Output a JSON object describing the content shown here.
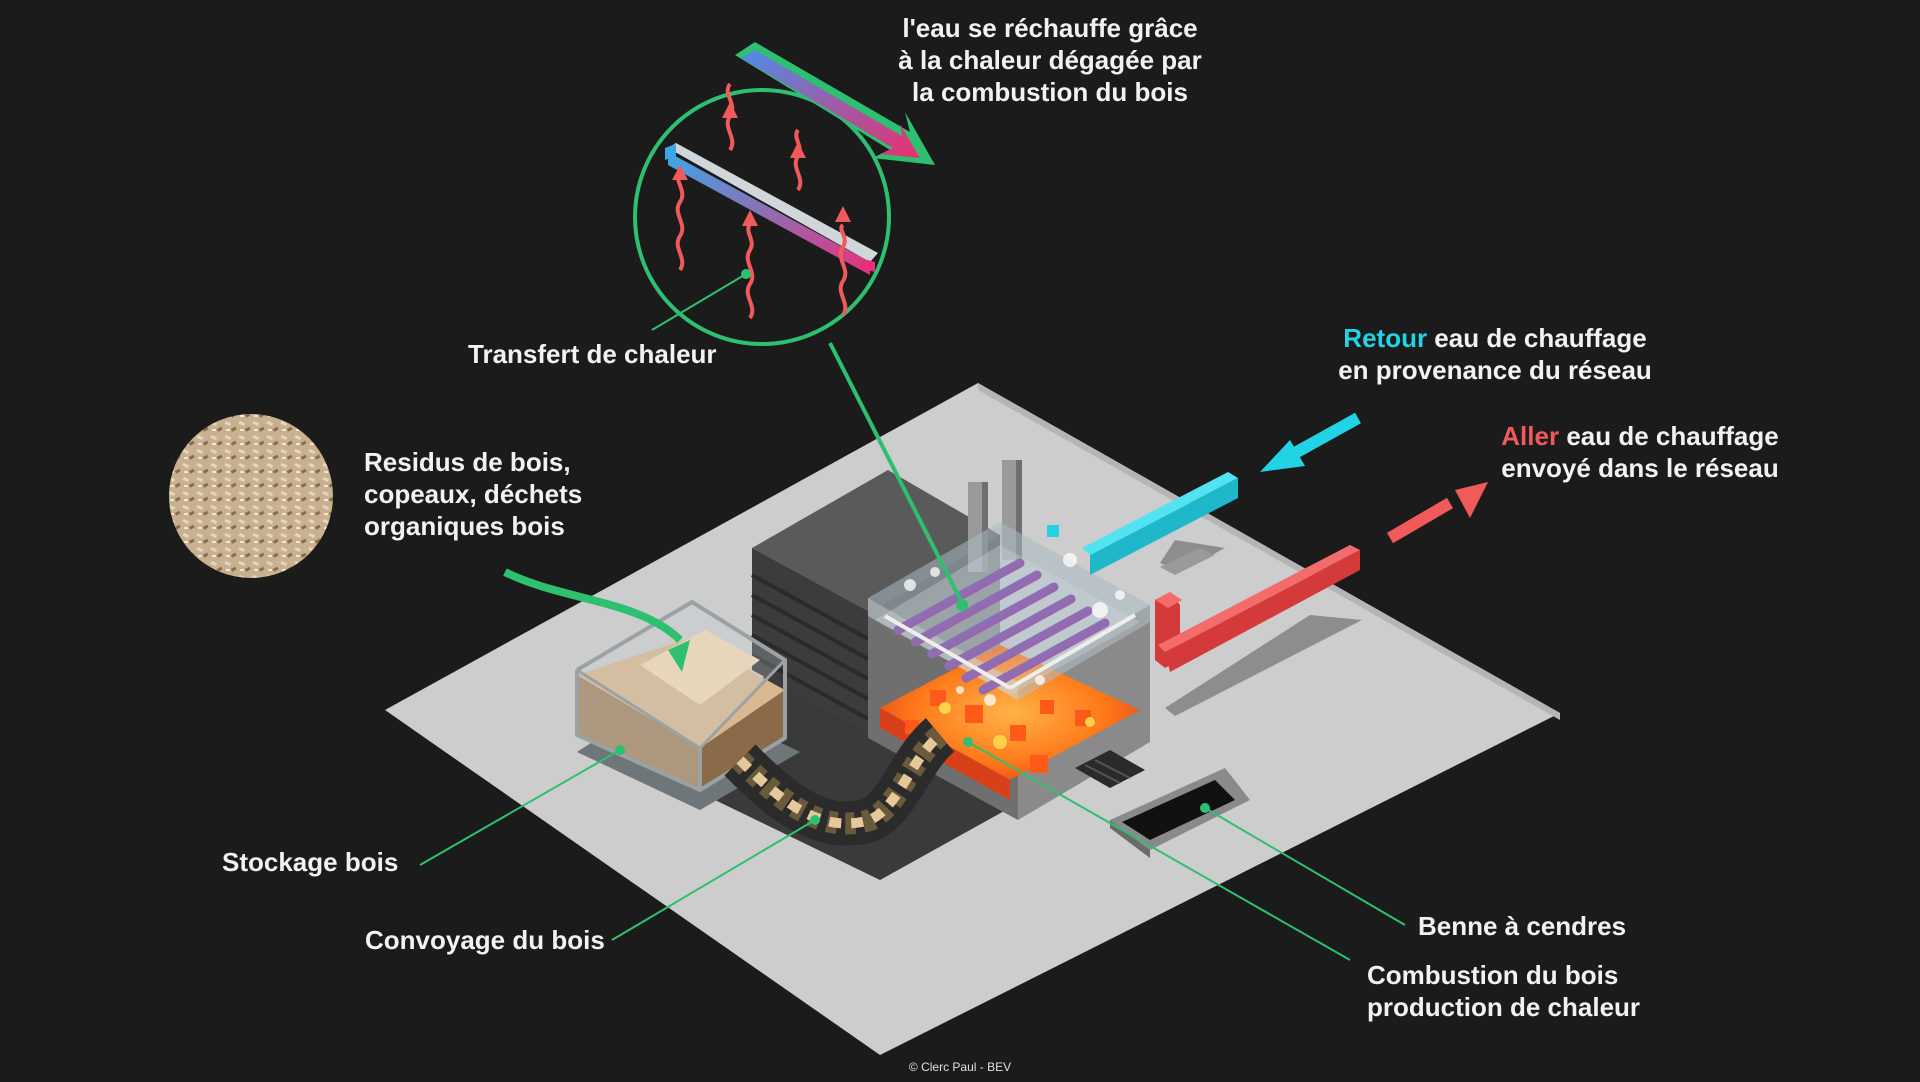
{
  "labels": {
    "heat_water": [
      "l'eau se réchauffe grâce",
      "à la chaleur dégagée par",
      "la combustion du bois"
    ],
    "heat_transfer": "Transfert de chaleur",
    "return_word": "Retour",
    "return_rest": " eau de chauffage",
    "return_line2": "en provenance du réseau",
    "supply_word": "Aller",
    "supply_rest": " eau de chauffage",
    "supply_line2": "envoyé dans le réseau",
    "wood_input": [
      "Residus de bois,",
      "copeaux, déchets",
      "organiques bois"
    ],
    "storage": "Stockage bois",
    "conveyor": "Convoyage du bois",
    "ash_bin": "Benne à cendres",
    "combustion": [
      "Combustion du bois",
      "production de chaleur"
    ]
  },
  "copyright": "© Clerc Paul - BEV",
  "colors": {
    "background": "#1b1b1b",
    "floor": "#cdcdcd",
    "leader_line": "#2fbf71",
    "return_water": "#22d3e6",
    "supply_water": "#f05a5a",
    "fire": "#ff7a1a"
  },
  "icons": [
    "wood-chips-icon",
    "heat-wave-icon",
    "heat-pipe-icon",
    "arrow-icon"
  ]
}
